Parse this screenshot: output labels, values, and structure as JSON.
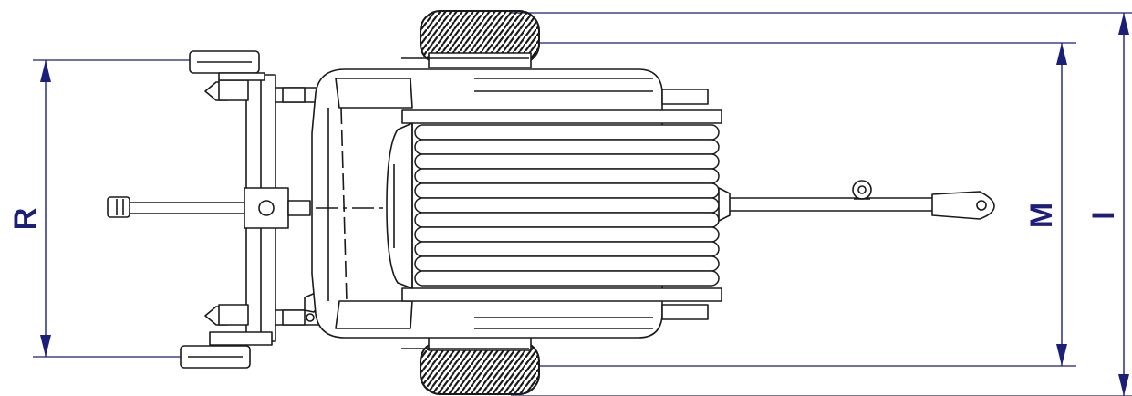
{
  "dimensions": {
    "r_label": "R",
    "m_label": "M",
    "l_label": "I"
  },
  "colors": {
    "dimension": "#1c1f7a",
    "drawing": "#1a1a1a",
    "background": "#ffffff"
  }
}
